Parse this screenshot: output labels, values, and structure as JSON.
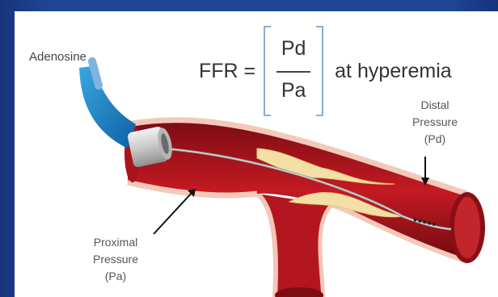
{
  "diagram": {
    "adenosine_label": "Adenosine",
    "formula": {
      "lhs": "FFR =",
      "numerator": "Pd",
      "denominator": "Pa",
      "suffix": "at hyperemia"
    },
    "distal_label": [
      "Distal",
      "Pressure",
      "(Pd)"
    ],
    "proximal_label": [
      "Proximal",
      "Pressure",
      "(Pa)"
    ]
  }
}
